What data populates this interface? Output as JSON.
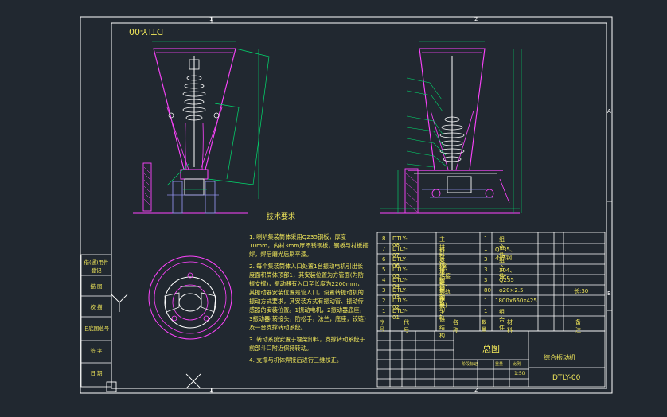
{
  "drawing": {
    "mirrored_code": "DTLY-00",
    "border_marks": {
      "top": [
        "1",
        "2"
      ],
      "bottom": [
        "1",
        "2"
      ],
      "right": [
        "A",
        "B"
      ]
    }
  },
  "technical_requirements": {
    "heading": "技术要求",
    "items": [
      "1. 喇叭集装筒体采用Q235钢板，厚度10mm，内衬3mm厚不锈钢板，钢板与衬板搭焊，焊后磨光后刷平漆。",
      "2. 每个集装筒体入口处置1台振动电机引出长度面积筒体顶部1，其安装位置为方管面(为防振支撑)，振动器有入口至长度为2200mm，其振动器安装位置是管入口，设置转振动机的振动方式要求，其安装方式有振动管、振动传感器的安装位置。1振动电机，2振动器底座，3振动器(转接头，防松手，法兰，底座，铰链)及一台支撑转动系统。",
      "3. 转动系统安置于埋架卸料，支撑转动系统于前部斗口附近保持转动。",
      "4. 支撑与机体焊接后进行三维校正。"
    ]
  },
  "left_title_strip": [
    "借(通)用件登记",
    "描  图",
    "校  描",
    "旧底图总号",
    "签  字",
    "日  期"
  ],
  "bom": {
    "rows": [
      {
        "no": "8",
        "code": "DTLY-08",
        "name": "主排料管道",
        "qty": "1",
        "mat": "组合件",
        "note": ""
      },
      {
        "no": "7",
        "code": "DTLY-07",
        "name": "器斗(含下部振动器)",
        "qty": "1",
        "mat": "Q235、不锈钢",
        "note": ""
      },
      {
        "no": "6",
        "code": "DTLY-06",
        "name": "支撑、连接件、导轨座",
        "qty": "3",
        "mat": "组合件",
        "note": ""
      },
      {
        "no": "5",
        "code": "DTLY-05",
        "name": "振动器",
        "qty": "3",
        "mat": "304、2Cr",
        "note": ""
      },
      {
        "no": "4",
        "code": "DTLY-04",
        "name": "转动架子",
        "qty": "3",
        "mat": "Q235",
        "note": ""
      },
      {
        "no": "3",
        "code": "DTLY-03",
        "name": "轮子",
        "qty": "80",
        "mat": "φ20×2.5",
        "note": "长:30"
      },
      {
        "no": "2",
        "code": "DTLY-02",
        "name": "转动轨",
        "qty": "1",
        "mat": "1800x660x425",
        "note": ""
      },
      {
        "no": "1",
        "code": "DTLY-01",
        "name": "主体结构",
        "qty": "1",
        "mat": "组合件",
        "note": ""
      }
    ],
    "header": {
      "no": "序号",
      "code": "代  号",
      "name": "名  称",
      "qty": "数量",
      "mat": "材  料",
      "note": "备  注"
    }
  },
  "title_block": {
    "drawing_title": "总图",
    "product": "综合振动机",
    "code": "DTLY-00",
    "scale": "1:50",
    "fields": [
      "阶段标记",
      "重量",
      "比例"
    ]
  },
  "colors": {
    "background": "#212830",
    "frame": "#ffffff",
    "geometry": "#ff44ff",
    "inner": "#ffffff",
    "dimension": "#00e070",
    "hatch": "#8f8fe8",
    "text": "#f2e85a",
    "frame_cyan": "#32e6e6"
  }
}
